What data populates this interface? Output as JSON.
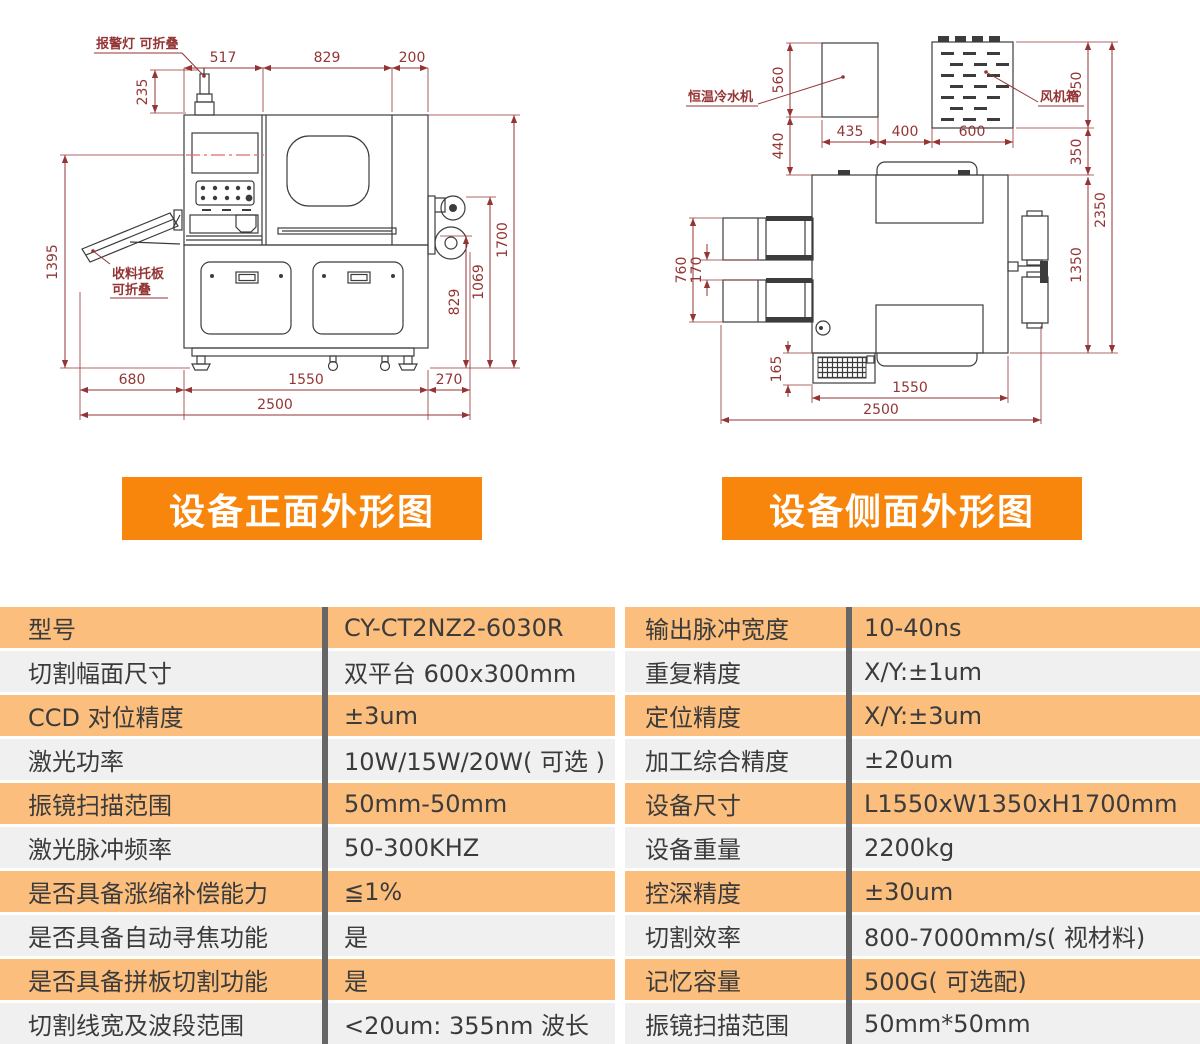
{
  "front_view": {
    "title": "设备正面外形图",
    "labels": {
      "alarm": "报警灯 可折叠",
      "tray_line1": "收料托板",
      "tray_line2": "可折叠"
    },
    "dims": {
      "top1": "517",
      "top2": "829",
      "top3": "200",
      "alarm_h": "235",
      "left_h": "1395",
      "right_outer": "1700",
      "right_mid": "1069",
      "right_inner": "829",
      "bottom1": "680",
      "bottom2": "1550",
      "bottom3": "270",
      "bottom_total": "2500"
    }
  },
  "side_view": {
    "title": "设备侧面外形图",
    "labels": {
      "chiller": "恒温冷水机",
      "fanbox": "风机箱"
    },
    "dims": {
      "chiller_h": "560",
      "chiller_gap": "440",
      "w1": "435",
      "w2": "400",
      "w3": "600",
      "fan_h": "650",
      "fan_gap": "350",
      "total_h": "2350",
      "body_h": "1350",
      "feeder_h": "760",
      "feeder_gap": "170",
      "exhaust": "165",
      "body_w": "1550",
      "total_w": "2500"
    }
  },
  "spec_table": {
    "left_rows": [
      {
        "label": "型号",
        "value": "CY-CT2NZ2-6030R"
      },
      {
        "label": "切割幅面尺寸",
        "value": "双平台 600x300mm"
      },
      {
        "label": "CCD 对位精度",
        "value": "±3um"
      },
      {
        "label": "激光功率",
        "value": "10W/15W/20W( 可选 )"
      },
      {
        "label": "振镜扫描范围",
        "value": "50mm-50mm"
      },
      {
        "label": "激光脉冲频率",
        "value": "50-300KHZ"
      },
      {
        "label": "是否具备涨缩补偿能力",
        "value": "≦1%"
      },
      {
        "label": "是否具备自动寻焦功能",
        "value": "是"
      },
      {
        "label": "是否具备拼板切割功能",
        "value": "是"
      },
      {
        "label": "切割线宽及波段范围",
        "value": "<20um: 355nm 波长"
      }
    ],
    "right_rows": [
      {
        "label": "输出脉冲宽度",
        "value": "10-40ns"
      },
      {
        "label": "重复精度",
        "value": "X/Y:±1um"
      },
      {
        "label": "定位精度",
        "value": "X/Y:±3um"
      },
      {
        "label": "加工综合精度",
        "value": "±20um"
      },
      {
        "label": "设备尺寸",
        "value": "L1550xW1350xH1700mm"
      },
      {
        "label": "设备重量",
        "value": "2200kg"
      },
      {
        "label": "控深精度",
        "value": "±30um"
      },
      {
        "label": "切割效率",
        "value": "800-7000mm/s( 视材料)"
      },
      {
        "label": "记忆容量",
        "value": "500G( 可选配)"
      },
      {
        "label": "振镜扫描范围",
        "value": "50mm*50mm"
      }
    ]
  },
  "colors": {
    "banner_orange": "#F8860D",
    "row_orange": "#FBBE7D",
    "row_gray": "#F0F0F0",
    "divider_gray": "#666666",
    "dimension_red": "#953434",
    "drawing_line": "#3C3C3C",
    "table_text": "#3B3B3B"
  }
}
